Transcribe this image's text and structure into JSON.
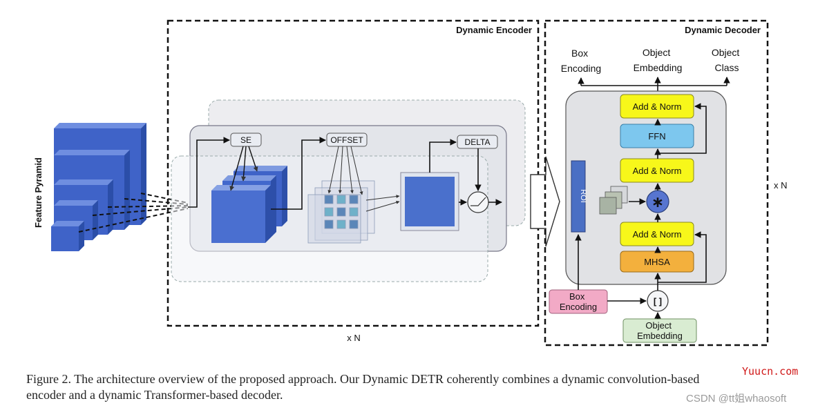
{
  "figure": {
    "feature_pyramid_label": "Feature Pyramid",
    "encoder": {
      "title": "Dynamic Encoder",
      "se_label": "SE",
      "offset_label": "OFFSET",
      "delta_label": "DELTA",
      "repeat_label": "x N"
    },
    "decoder": {
      "title": "Dynamic Decoder",
      "outputs": {
        "box_encoding": [
          "Box",
          "Encoding"
        ],
        "object_embedding": [
          "Object",
          "Embedding"
        ],
        "object_class": [
          "Object",
          "Class"
        ]
      },
      "add_norm_label": "Add & Norm",
      "ffn_label": "FFN",
      "mhsa_label": "MHSA",
      "roi_label": "ROI",
      "conv_symbol": "∗",
      "concat_symbol": "[ ]",
      "box_encoding_input": [
        "Box",
        "Encoding"
      ],
      "object_embedding_input": [
        "Object",
        "Embedding"
      ],
      "repeat_label": "x N"
    }
  },
  "caption": {
    "line1": "Figure 2. The architecture overview of the proposed approach. Our Dynamic DETR coherently combines a dynamic convolution-based",
    "line2": "encoder and a dynamic Transformer-based decoder."
  },
  "watermarks": {
    "site": "Yuucn.com",
    "author": "CSDN @tt姐whaosoft"
  },
  "colors": {
    "pyramid_blue": "#3f63c8",
    "add_norm_yellow": "#f7f71a",
    "ffn_blue": "#7dc7ee",
    "mhsa_orange": "#f3b03d",
    "roi_blue": "#4a6fc4",
    "box_pink": "#f2aac6",
    "embed_green": "#d9ecd2"
  }
}
